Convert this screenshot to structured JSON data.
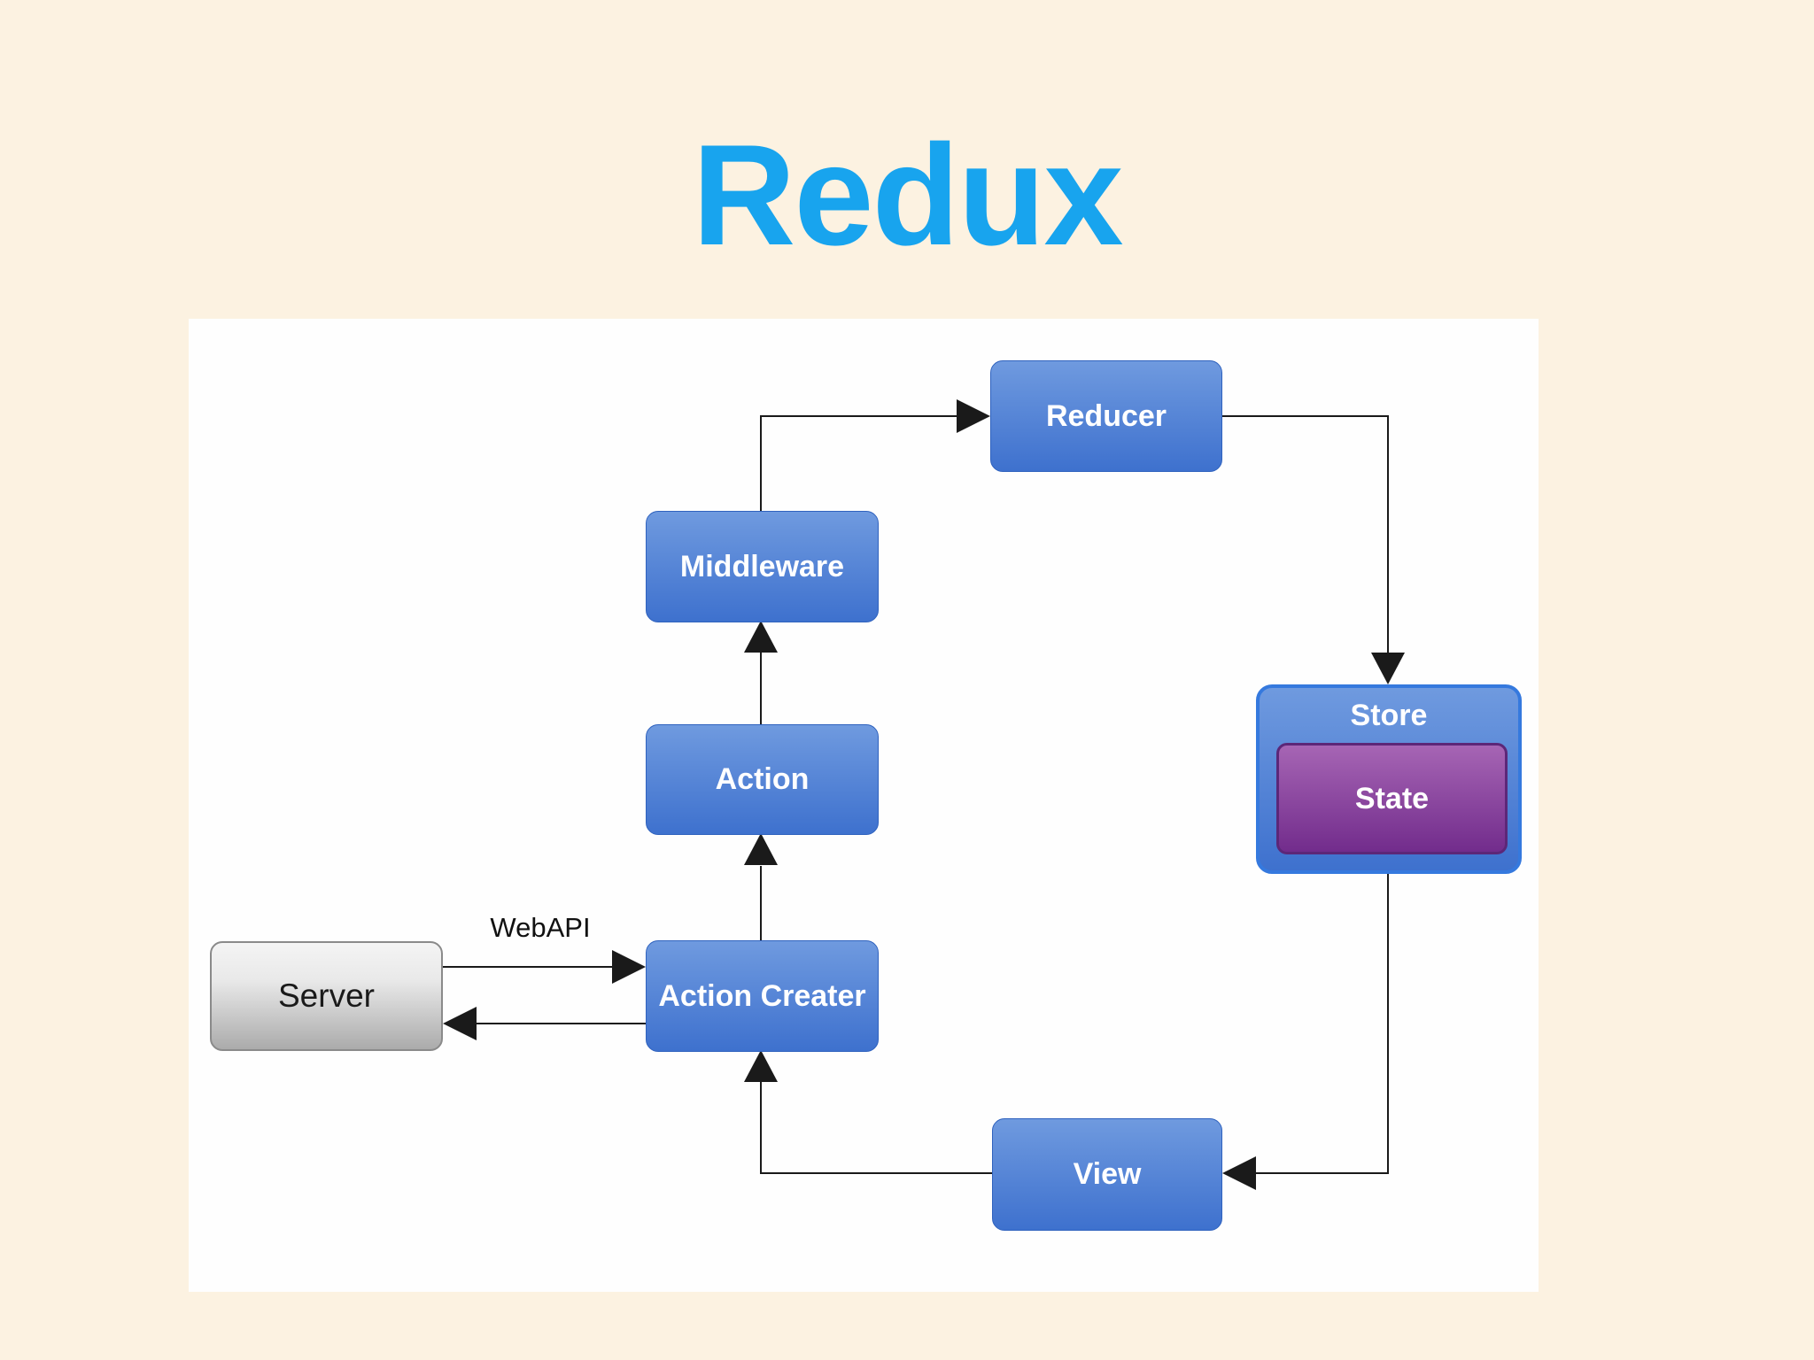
{
  "title": "Redux",
  "colors": {
    "background": "#FCF2E1",
    "panel": "#FEFEFE",
    "title_blue": "#18A4EE",
    "node_blue_top": "#6F9ADF",
    "node_blue_bottom": "#3E71CE",
    "node_border_blue": "#2F62BE",
    "store_border": "#3579DE",
    "state_purple_top": "#A665B4",
    "state_purple_bottom": "#722C8C",
    "state_border": "#5C2778",
    "server_gray_top": "#F4F4F4",
    "server_gray_bottom": "#ABABAB",
    "server_border": "#8A8A8A",
    "line": "#1A1A1A"
  },
  "nodes": {
    "reducer": {
      "label": "Reducer"
    },
    "middleware": {
      "label": "Middleware"
    },
    "action": {
      "label": "Action"
    },
    "action_creater": {
      "label": "Action Creater"
    },
    "server": {
      "label": "Server"
    },
    "store": {
      "label": "Store"
    },
    "state": {
      "label": "State"
    },
    "view": {
      "label": "View"
    }
  },
  "edges": {
    "webapi_label": "WebAPI"
  }
}
